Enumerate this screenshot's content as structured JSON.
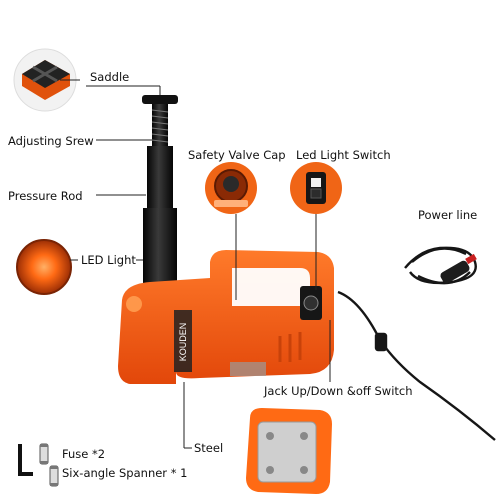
{
  "labels": {
    "saddle": "Saddle",
    "adjusting_screw": "Adjusting Srew",
    "pressure_rod": "Pressure Rod",
    "led_light": "LED Light",
    "safety_valve_cap": "Safety Valve Cap",
    "led_light_switch": "Led Light Switch",
    "power_line": "Power line",
    "jack_switch": "Jack Up/Down &off Switch",
    "steel": "Steel",
    "fuse": "Fuse *2",
    "spanner": "Six-angle Spanner * 1"
  },
  "product": {
    "brand_text": "KOUDEN"
  },
  "colors": {
    "body_orange": "#ff5a0a",
    "dark_orange": "#c9410a",
    "black": "#151515",
    "steel": "#c8c8c8"
  }
}
